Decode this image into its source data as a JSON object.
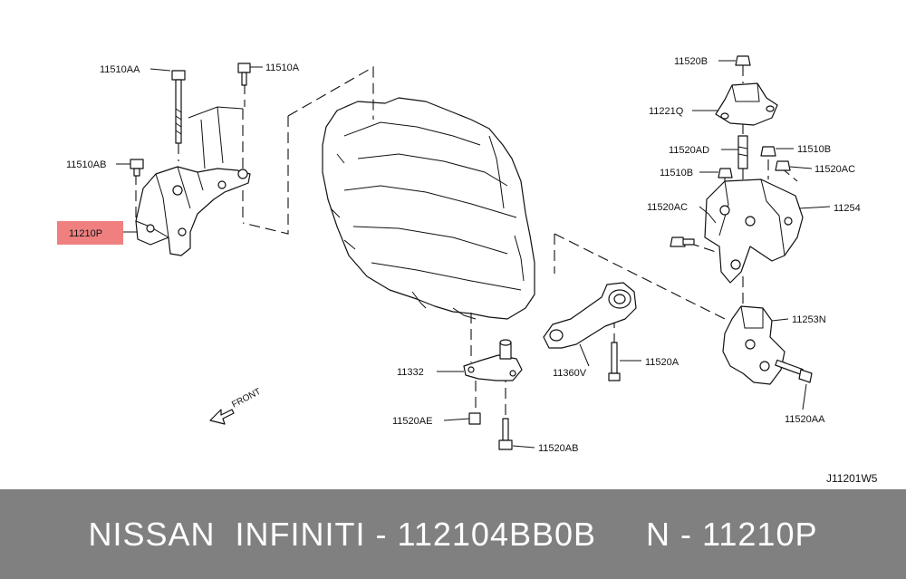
{
  "labels": {
    "l_11510AA": "11510AA",
    "l_11510A": "11510A",
    "l_11510AB": "11510AB",
    "l_11210P": "11210P",
    "l_11520B": "11520B",
    "l_11221Q": "11221Q",
    "l_11520AD": "11520AD",
    "l_11510B_r": "11510B",
    "l_11510B_l": "11510B",
    "l_11520AC_r": "11520AC",
    "l_11520AC_l": "11520AC",
    "l_11254": "11254",
    "l_11253N": "11253N",
    "l_11520A": "11520A",
    "l_11360V": "11360V",
    "l_11332": "11332",
    "l_11520AE": "11520AE",
    "l_11520AB": "11520AB",
    "l_11520AA": "11520AA",
    "front": "FRONT",
    "diagram_code": "J11201W5"
  },
  "highlight_color": "#f08080",
  "footer": {
    "text": "NISSAN  INFINITI - 112104BB0B     N - 11210P"
  }
}
